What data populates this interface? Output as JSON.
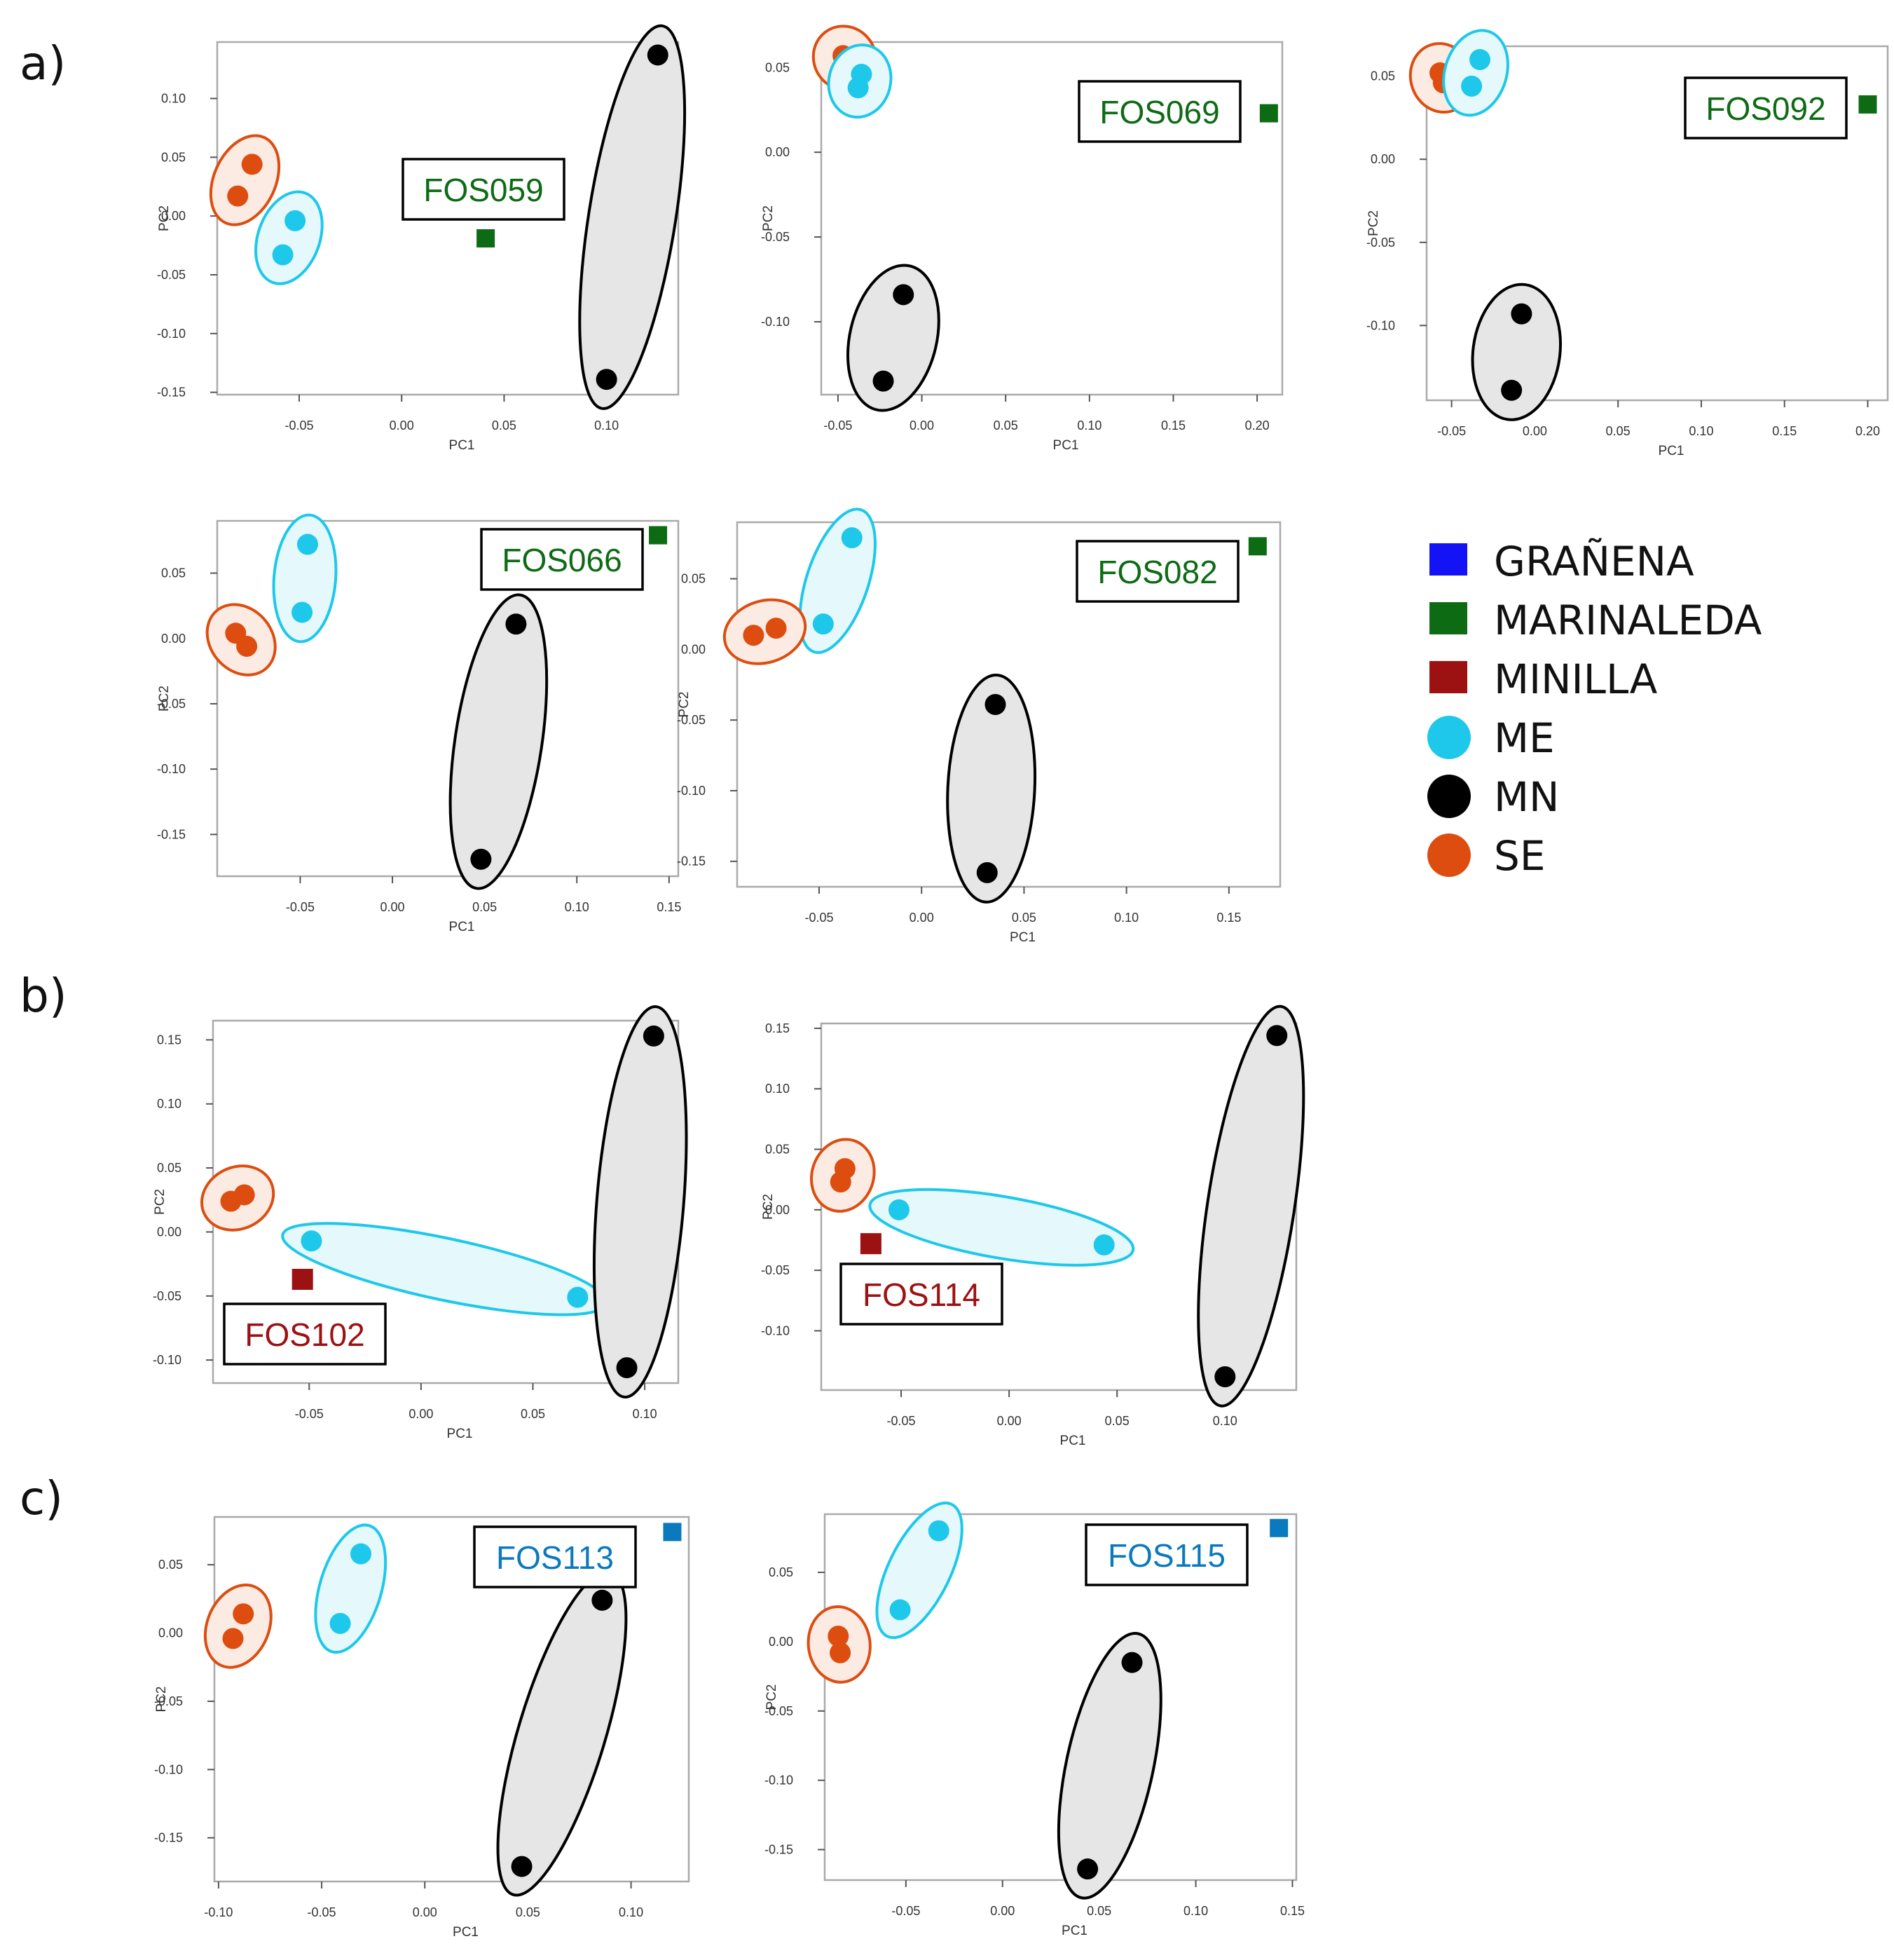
{
  "panel_labels": [
    "a)",
    "b)",
    "c)"
  ],
  "colors": {
    "GRANENA": "#1313f5",
    "MARINALEDA": "#0d6b14",
    "MINILLA": "#9c1111",
    "ME": "#1ec8ea",
    "MN": "#000000",
    "SE": "#dd4d10"
  },
  "legend": [
    {
      "label": "GRAÑENA",
      "shape": "square",
      "color": "#1313f5"
    },
    {
      "label": "MARINALEDA",
      "shape": "square",
      "color": "#0d6b14"
    },
    {
      "label": "MINILLA",
      "shape": "square",
      "color": "#9c1111"
    },
    {
      "label": "ME",
      "shape": "circle",
      "color": "#1ec8ea"
    },
    {
      "label": "MN",
      "shape": "circle",
      "color": "#000000"
    },
    {
      "label": "SE",
      "shape": "circle",
      "color": "#dd4d10"
    }
  ],
  "chart_data": [
    {
      "type": "scatter",
      "xlabel": "PC1",
      "ylabel": "PC2",
      "xticks": [
        -0.05,
        0.0,
        0.05,
        0.1
      ],
      "yticks": [
        0.1,
        0.05,
        0.0,
        -0.05,
        -0.1,
        -0.15
      ],
      "xlim": [
        -0.09,
        0.135
      ],
      "ylim": [
        -0.152,
        0.148
      ],
      "grid": false,
      "fos_label": "FOS059",
      "fos_color": "#0d6b14",
      "fos_point": [
        0.041,
        -0.019
      ],
      "groups": [
        {
          "name": "SE",
          "color": "#dd4d10",
          "points": [
            [
              -0.073,
              0.044
            ],
            [
              -0.08,
              0.017
            ]
          ]
        },
        {
          "name": "ME",
          "color": "#1ec8ea",
          "points": [
            [
              -0.052,
              -0.004
            ],
            [
              -0.058,
              -0.033
            ]
          ]
        },
        {
          "name": "MN",
          "color": "#000000",
          "points": [
            [
              0.125,
              0.137
            ],
            [
              0.1,
              -0.139
            ]
          ]
        }
      ]
    },
    {
      "type": "scatter",
      "xlabel": "PC1",
      "ylabel": "PC2",
      "xticks": [
        -0.05,
        0.0,
        0.05,
        0.1,
        0.15,
        0.2
      ],
      "yticks": [
        0.05,
        0.0,
        -0.05,
        -0.1
      ],
      "xlim": [
        -0.06,
        0.215
      ],
      "ylim": [
        -0.143,
        0.065
      ],
      "grid": false,
      "fos_label": "FOS069",
      "fos_color": "#0d6b14",
      "fos_point": [
        0.207,
        0.023
      ],
      "groups": [
        {
          "name": "SE",
          "color": "#dd4d10",
          "points": [
            [
              -0.047,
              0.057
            ],
            [
              -0.045,
              0.054
            ]
          ]
        },
        {
          "name": "ME",
          "color": "#1ec8ea",
          "points": [
            [
              -0.036,
              0.046
            ],
            [
              -0.038,
              0.038
            ]
          ]
        },
        {
          "name": "MN",
          "color": "#000000",
          "points": [
            [
              -0.011,
              -0.084
            ],
            [
              -0.023,
              -0.135
            ]
          ]
        }
      ]
    },
    {
      "type": "scatter",
      "xlabel": "PC1",
      "ylabel": "PC2",
      "xticks": [
        -0.05,
        0.0,
        0.05,
        0.1,
        0.15,
        0.2
      ],
      "yticks": [
        0.05,
        0.0,
        -0.05,
        -0.1
      ],
      "xlim": [
        -0.065,
        0.212
      ],
      "ylim": [
        -0.145,
        0.068
      ],
      "grid": false,
      "fos_label": "FOS092",
      "fos_color": "#0d6b14",
      "fos_point": [
        0.2,
        0.033
      ],
      "groups": [
        {
          "name": "SE",
          "color": "#dd4d10",
          "points": [
            [
              -0.057,
              0.052
            ],
            [
              -0.055,
              0.046
            ]
          ]
        },
        {
          "name": "ME",
          "color": "#1ec8ea",
          "points": [
            [
              -0.033,
              0.06
            ],
            [
              -0.038,
              0.044
            ]
          ]
        },
        {
          "name": "MN",
          "color": "#000000",
          "points": [
            [
              -0.008,
              -0.093
            ],
            [
              -0.014,
              -0.139
            ]
          ]
        }
      ]
    },
    {
      "type": "scatter",
      "xlabel": "PC1",
      "ylabel": "PC2",
      "xticks": [
        -0.05,
        0.0,
        0.05,
        0.1,
        0.15
      ],
      "yticks": [
        0.05,
        0.0,
        -0.05,
        -0.1,
        -0.15
      ],
      "xlim": [
        -0.095,
        0.155
      ],
      "ylim": [
        -0.182,
        0.09
      ],
      "grid": false,
      "fos_label": "FOS066",
      "fos_color": "#0d6b14",
      "fos_point": [
        0.144,
        0.079
      ],
      "groups": [
        {
          "name": "ME",
          "color": "#1ec8ea",
          "points": [
            [
              -0.046,
              0.072
            ],
            [
              -0.049,
              0.02
            ]
          ]
        },
        {
          "name": "SE",
          "color": "#dd4d10",
          "points": [
            [
              -0.085,
              0.004
            ],
            [
              -0.079,
              -0.006
            ]
          ]
        },
        {
          "name": "MN",
          "color": "#000000",
          "points": [
            [
              0.067,
              0.011
            ],
            [
              0.048,
              -0.169
            ]
          ]
        }
      ]
    },
    {
      "type": "scatter",
      "xlabel": "PC1",
      "ylabel": "PC2",
      "xticks": [
        -0.05,
        0.0,
        0.05,
        0.1,
        0.15
      ],
      "yticks": [
        0.05,
        0.0,
        -0.05,
        -0.1,
        -0.15
      ],
      "xlim": [
        -0.09,
        0.175
      ],
      "ylim": [
        -0.168,
        0.09
      ],
      "grid": false,
      "fos_label": "FOS082",
      "fos_color": "#0d6b14",
      "fos_point": [
        0.164,
        0.073
      ],
      "groups": [
        {
          "name": "ME",
          "color": "#1ec8ea",
          "points": [
            [
              -0.034,
              0.079
            ],
            [
              -0.048,
              0.018
            ]
          ]
        },
        {
          "name": "SE",
          "color": "#dd4d10",
          "points": [
            [
              -0.082,
              0.01
            ],
            [
              -0.071,
              0.015
            ]
          ]
        },
        {
          "name": "MN",
          "color": "#000000",
          "points": [
            [
              0.036,
              -0.039
            ],
            [
              0.032,
              -0.158
            ]
          ]
        }
      ]
    },
    {
      "type": "scatter",
      "xlabel": "PC1",
      "ylabel": "PC2",
      "xticks": [
        -0.05,
        0.0,
        0.05,
        0.1
      ],
      "yticks": [
        0.15,
        0.1,
        0.05,
        0.0,
        -0.05,
        -0.1
      ],
      "xlim": [
        -0.093,
        0.115
      ],
      "ylim": [
        -0.118,
        0.165
      ],
      "grid": false,
      "fos_label": "FOS102",
      "fos_color": "#9c1111",
      "fos_point": [
        -0.053,
        -0.037
      ],
      "groups": [
        {
          "name": "SE",
          "color": "#dd4d10",
          "points": [
            [
              -0.085,
              0.024
            ],
            [
              -0.079,
              0.029
            ]
          ]
        },
        {
          "name": "ME",
          "color": "#1ec8ea",
          "points": [
            [
              -0.049,
              -0.007
            ],
            [
              0.07,
              -0.051
            ]
          ]
        },
        {
          "name": "MN",
          "color": "#000000",
          "points": [
            [
              0.104,
              0.153
            ],
            [
              0.092,
              -0.106
            ]
          ]
        }
      ]
    },
    {
      "type": "scatter",
      "xlabel": "PC1",
      "ylabel": "PC2",
      "xticks": [
        -0.05,
        0.0,
        0.05,
        0.1
      ],
      "yticks": [
        0.15,
        0.1,
        0.05,
        0.0,
        -0.05,
        -0.1
      ],
      "xlim": [
        -0.087,
        0.133
      ],
      "ylim": [
        -0.149,
        0.154
      ],
      "grid": false,
      "fos_label": "FOS114",
      "fos_color": "#9c1111",
      "fos_point": [
        -0.064,
        -0.028
      ],
      "groups": [
        {
          "name": "SE",
          "color": "#dd4d10",
          "points": [
            [
              -0.076,
              0.034
            ],
            [
              -0.078,
              0.023
            ]
          ]
        },
        {
          "name": "ME",
          "color": "#1ec8ea",
          "points": [
            [
              -0.051,
              0.0
            ],
            [
              0.044,
              -0.029
            ]
          ]
        },
        {
          "name": "MN",
          "color": "#000000",
          "points": [
            [
              0.124,
              0.144
            ],
            [
              0.1,
              -0.138
            ]
          ]
        }
      ]
    },
    {
      "type": "scatter",
      "xlabel": "PC1",
      "ylabel": "PC2",
      "xticks": [
        -0.1,
        -0.05,
        0.0,
        0.05,
        0.1
      ],
      "yticks": [
        0.05,
        0.0,
        -0.05,
        -0.1,
        -0.15
      ],
      "xlim": [
        -0.102,
        0.128
      ],
      "ylim": [
        -0.182,
        0.085
      ],
      "grid": false,
      "fos_label": "FOS113",
      "fos_color": "#0b79bd",
      "fos_point": [
        0.12,
        0.074
      ],
      "groups": [
        {
          "name": "ME",
          "color": "#1ec8ea",
          "points": [
            [
              -0.031,
              0.058
            ],
            [
              -0.041,
              0.007
            ]
          ]
        },
        {
          "name": "SE",
          "color": "#dd4d10",
          "points": [
            [
              -0.088,
              0.014
            ],
            [
              -0.093,
              -0.004
            ]
          ]
        },
        {
          "name": "MN",
          "color": "#000000",
          "points": [
            [
              0.086,
              0.024
            ],
            [
              0.047,
              -0.171
            ]
          ]
        }
      ]
    },
    {
      "type": "scatter",
      "xlabel": "PC1",
      "ylabel": "PC2",
      "xticks": [
        -0.05,
        0.0,
        0.05,
        0.1,
        0.15
      ],
      "yticks": [
        0.05,
        0.0,
        -0.05,
        -0.1,
        -0.15
      ],
      "xlim": [
        -0.092,
        0.152
      ],
      "ylim": [
        -0.172,
        0.092
      ],
      "grid": false,
      "fos_label": "FOS115",
      "fos_color": "#0b79bd",
      "fos_point": [
        0.143,
        0.082
      ],
      "groups": [
        {
          "name": "ME",
          "color": "#1ec8ea",
          "points": [
            [
              -0.033,
              0.08
            ],
            [
              -0.053,
              0.023
            ]
          ]
        },
        {
          "name": "SE",
          "color": "#dd4d10",
          "points": [
            [
              -0.085,
              0.004
            ],
            [
              -0.084,
              -0.008
            ]
          ]
        },
        {
          "name": "MN",
          "color": "#000000",
          "points": [
            [
              0.067,
              -0.015
            ],
            [
              0.044,
              -0.164
            ]
          ]
        }
      ]
    }
  ]
}
